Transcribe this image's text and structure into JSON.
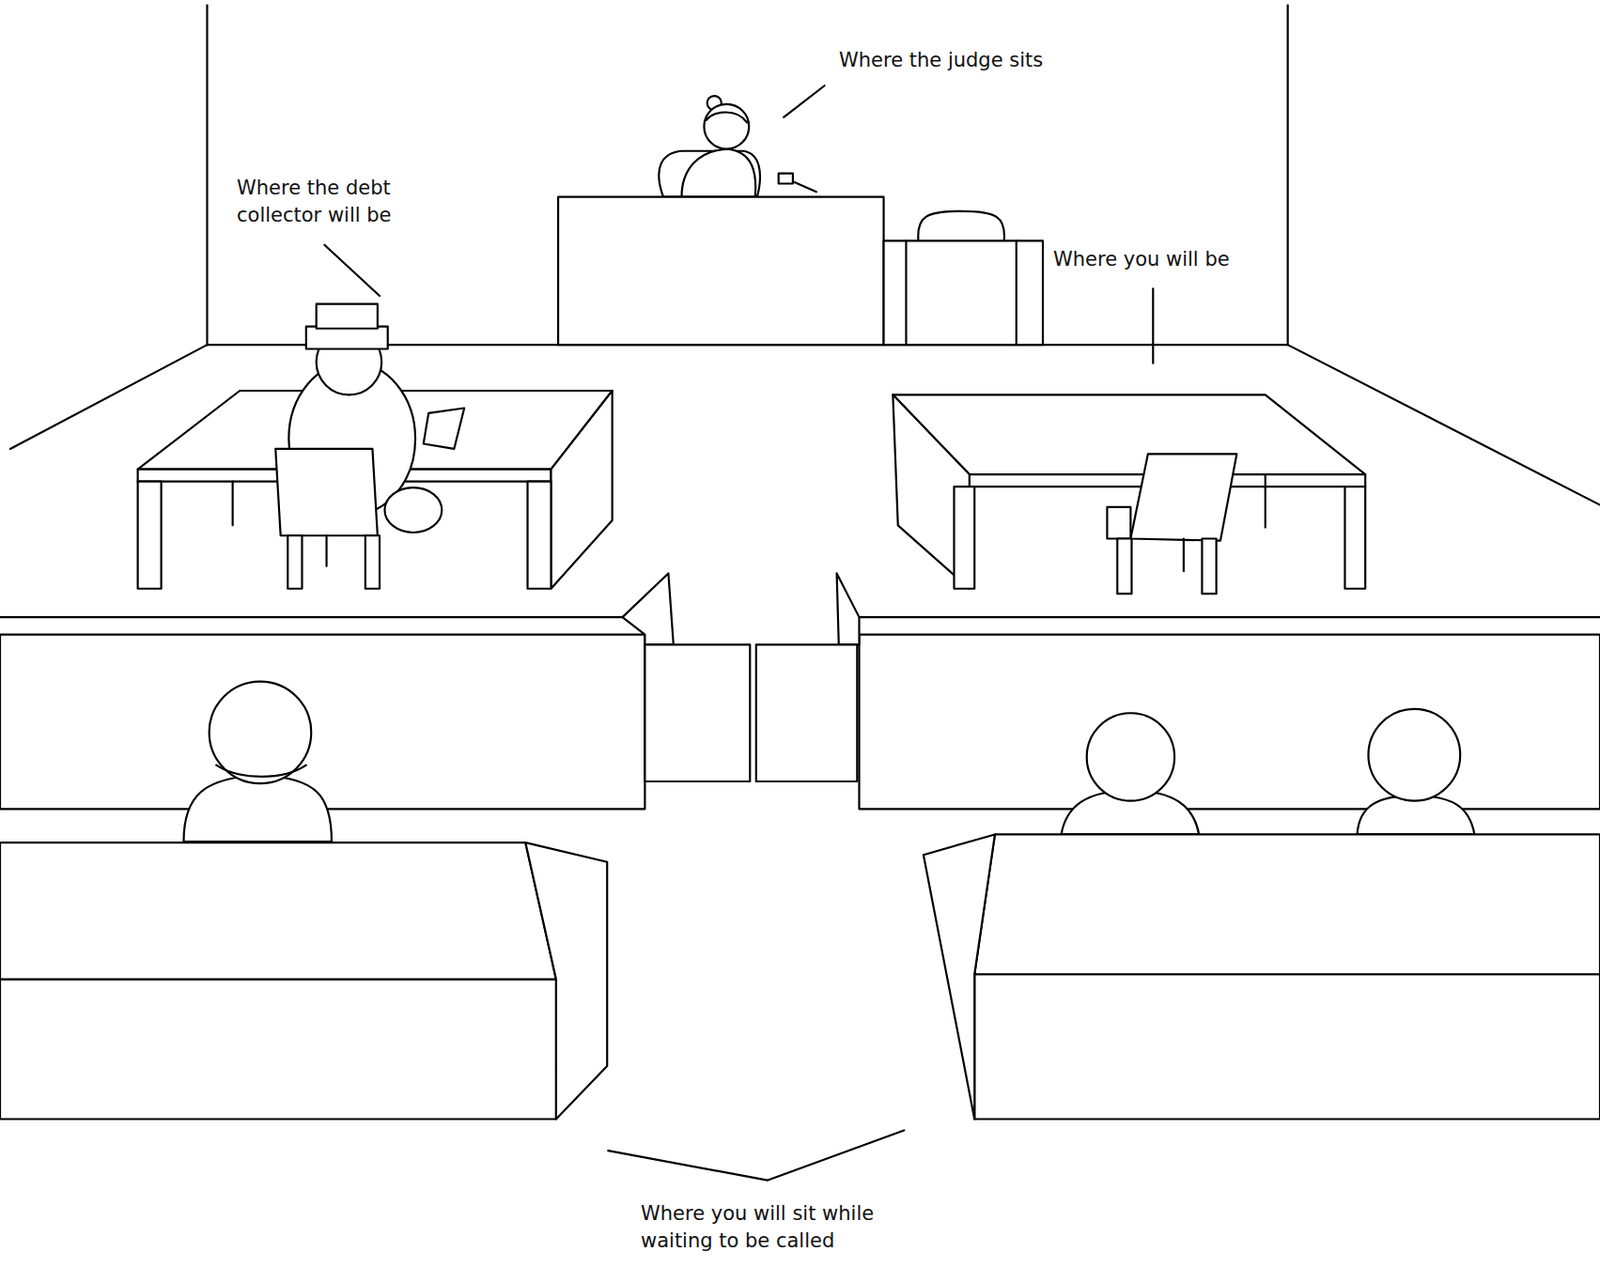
{
  "diagram": {
    "labels": [
      "Where the judge sits",
      "Where the debt collector will be",
      "Where you will be",
      "Where you will sit while waiting to be called"
    ]
  }
}
